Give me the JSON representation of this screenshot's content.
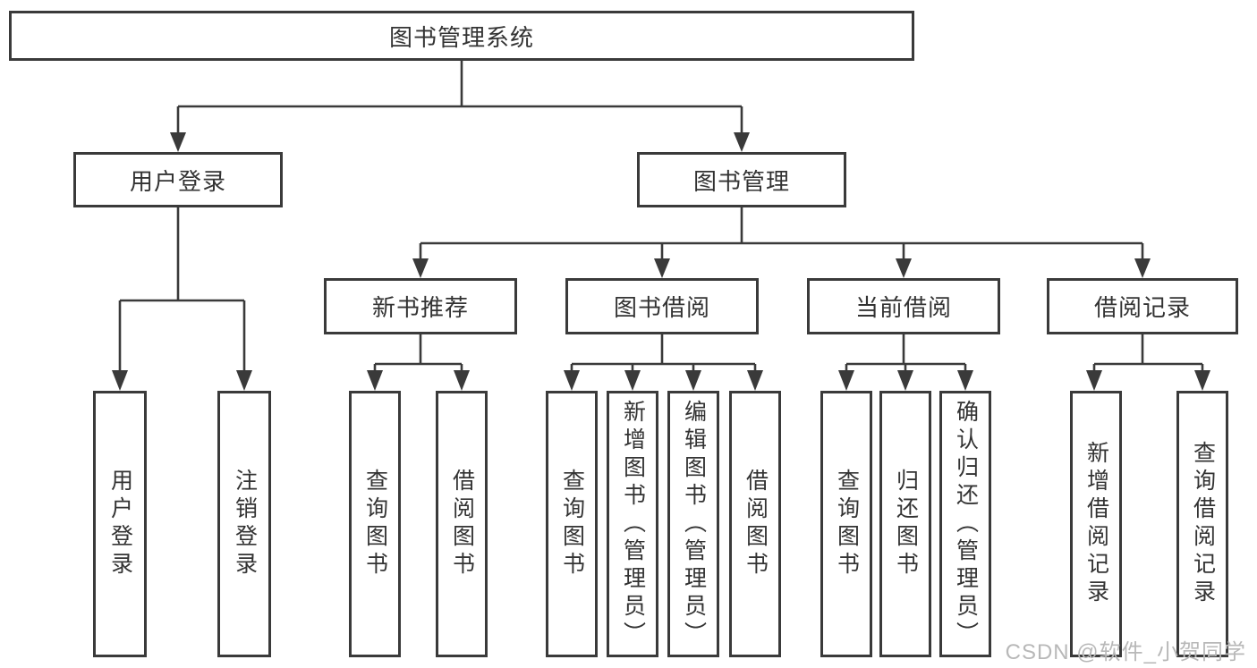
{
  "colors": {
    "line": "#3a3a3a",
    "text": "#333333",
    "watermark": "#b8b8b8",
    "bg": "#ffffff"
  },
  "watermark": "CSDN @软件_小贺同学",
  "tree": {
    "label": "图书管理系统",
    "children": [
      {
        "label": "用户登录",
        "children": [
          {
            "label": "用户登录"
          },
          {
            "label": "注销登录"
          }
        ]
      },
      {
        "label": "图书管理",
        "children": [
          {
            "label": "新书推荐",
            "children": [
              {
                "label": "查询图书"
              },
              {
                "label": "借阅图书"
              }
            ]
          },
          {
            "label": "图书借阅",
            "children": [
              {
                "label": "查询图书"
              },
              {
                "label": "新增图书（管理员）"
              },
              {
                "label": "编辑图书（管理员）"
              },
              {
                "label": "借阅图书"
              }
            ]
          },
          {
            "label": "当前借阅",
            "children": [
              {
                "label": "查询图书"
              },
              {
                "label": "归还图书"
              },
              {
                "label": "确认归还（管理员）"
              }
            ]
          },
          {
            "label": "借阅记录",
            "children": [
              {
                "label": "新增借阅记录"
              },
              {
                "label": "查询借阅记录"
              }
            ]
          }
        ]
      }
    ]
  }
}
